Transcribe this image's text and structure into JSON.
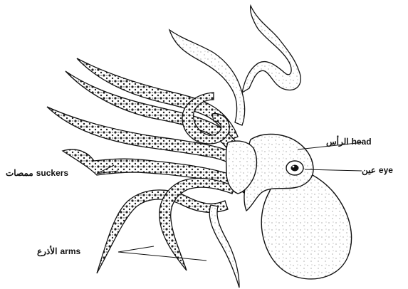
{
  "labels": {
    "head": {
      "english": "head",
      "arabic": "الرأس"
    },
    "eye": {
      "english": "eye",
      "arabic": "عين"
    },
    "suckers": {
      "english": "suckers",
      "arabic": "ممصات"
    },
    "arms": {
      "english": "arms",
      "arabic": "الأذرع"
    }
  },
  "colors": {
    "ink": "#111111",
    "paper": "#ffffff",
    "speckle": "#222222"
  }
}
